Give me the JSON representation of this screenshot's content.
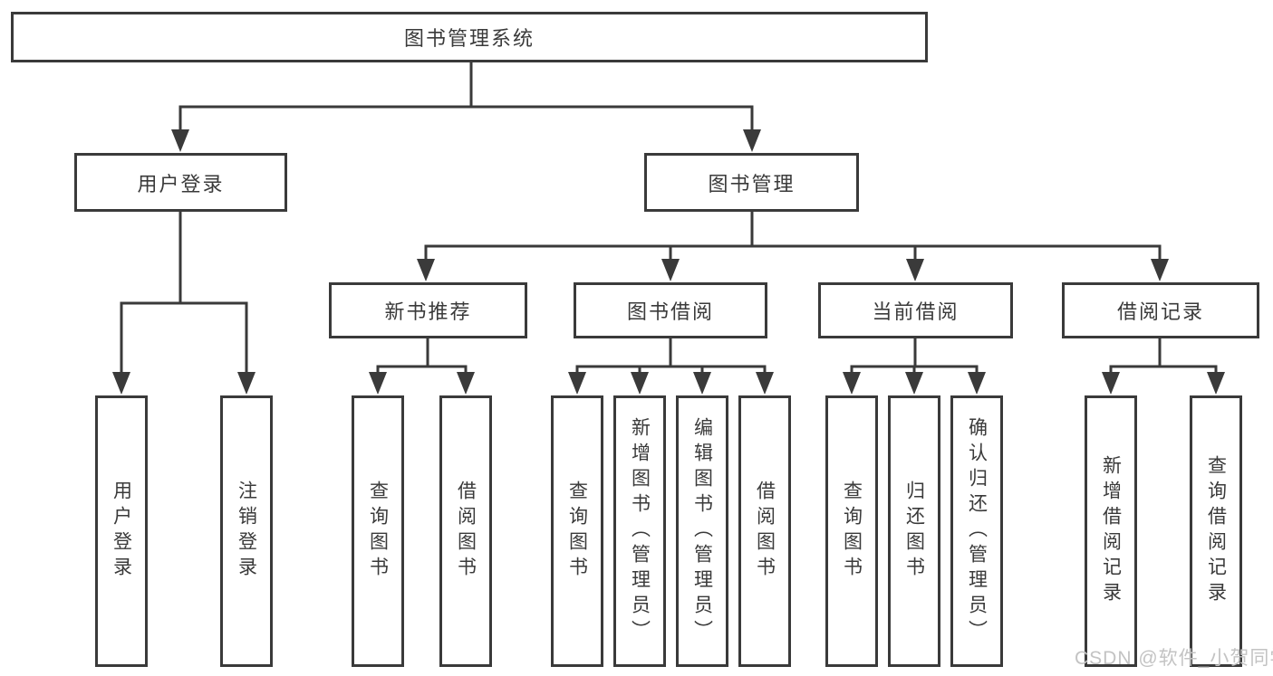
{
  "diagram": {
    "root": {
      "label": "图书管理系统"
    },
    "level2": {
      "user_login": {
        "label": "用户登录"
      },
      "book_management": {
        "label": "图书管理"
      }
    },
    "level3": {
      "new_book_recommend": {
        "label": "新书推荐"
      },
      "book_borrow": {
        "label": "图书借阅"
      },
      "current_borrow": {
        "label": "当前借阅"
      },
      "borrow_records": {
        "label": "借阅记录"
      }
    },
    "leaves": {
      "user_login": "用户登录",
      "logout": "注销登录",
      "recommend_query_books": "查询图书",
      "recommend_borrow_books": "借阅图书",
      "borrow_query_books": "查询图书",
      "borrow_add_books_admin": "新增图书（管理员）",
      "borrow_edit_books_admin": "编辑图书（管理员）",
      "borrow_borrow_books": "借阅图书",
      "current_query_books": "查询图书",
      "current_return_books": "归还图书",
      "current_confirm_return_admin": "确认归还（管理员）",
      "records_add_record": "新增借阅记录",
      "records_query_record": "查询借阅记录"
    },
    "watermark": "CSDN @软件_小贺同学",
    "colors": {
      "line": "#3a3a3a",
      "text": "#3a3a3a",
      "watermark": "#c3c3c3",
      "background": "#ffffff"
    }
  }
}
